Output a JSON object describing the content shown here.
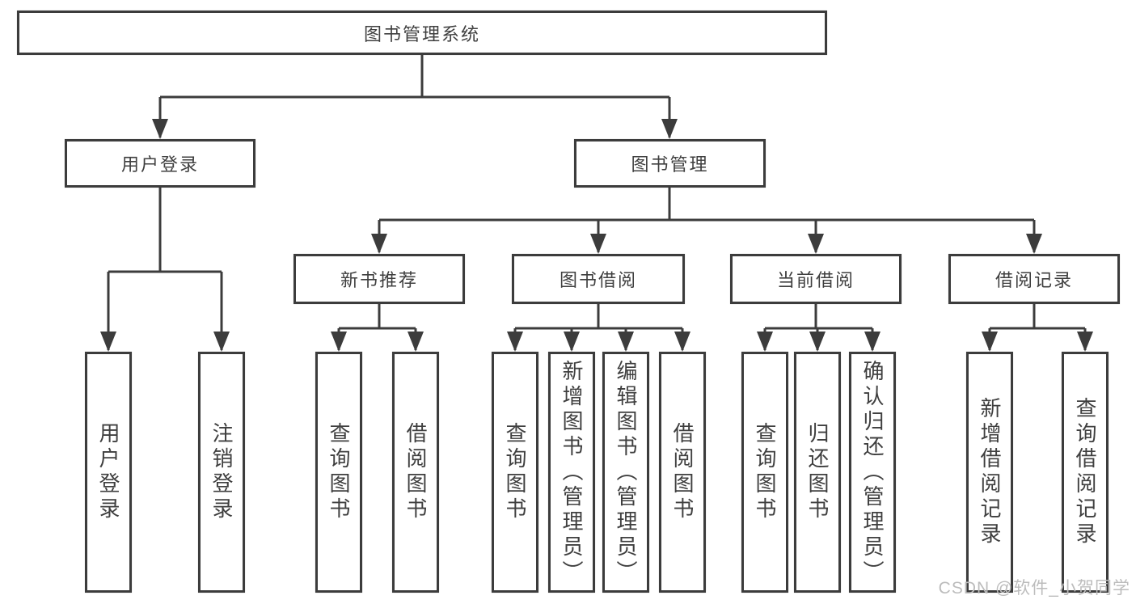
{
  "tree": {
    "root": "图书管理系统",
    "level2": [
      {
        "label": "用户登录",
        "leaves": [
          "用户登录",
          "注销登录"
        ]
      },
      {
        "label": "图书管理",
        "groups": [
          {
            "label": "新书推荐",
            "leaves": [
              "查询图书",
              "借阅图书"
            ]
          },
          {
            "label": "图书借阅",
            "leaves": [
              "查询图书",
              "新增图书（管理员）",
              "编辑图书（管理员）",
              "借阅图书"
            ]
          },
          {
            "label": "当前借阅",
            "leaves": [
              "查询图书",
              "归还图书",
              "确认归还（管理员）"
            ]
          },
          {
            "label": "借阅记录",
            "leaves": [
              "新增借阅记录",
              "查询借阅记录"
            ]
          }
        ]
      }
    ]
  },
  "watermark": "CSDN @软件_小贺同学",
  "colors": {
    "line": "#3c3c3c",
    "text": "#3f3f3f",
    "watermark": "#bcbcbc"
  }
}
